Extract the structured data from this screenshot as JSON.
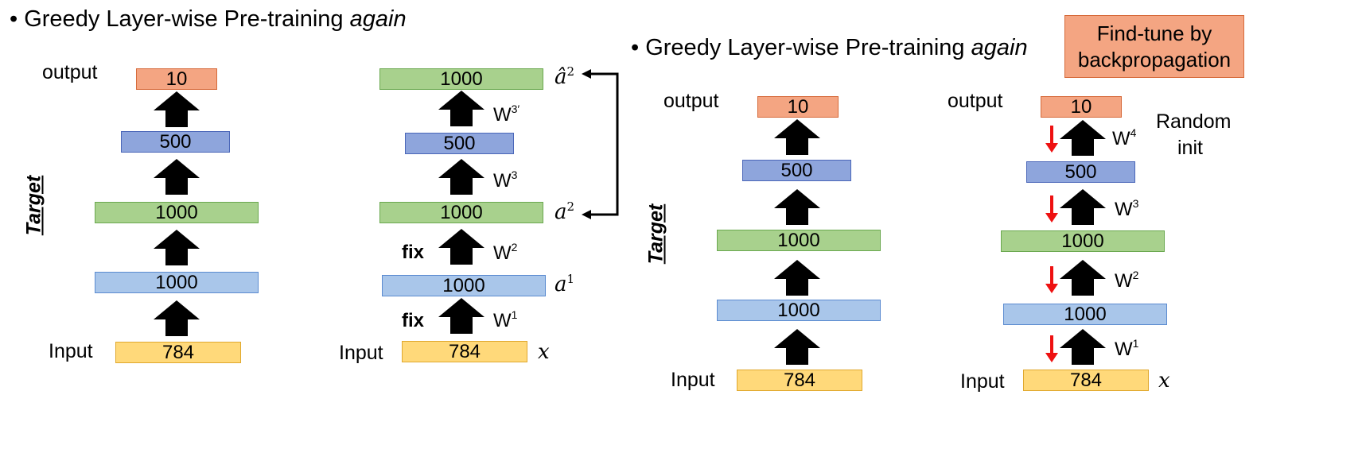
{
  "left_heading": {
    "bullet": "•",
    "text": "Greedy Layer-wise Pre-training ",
    "em": "again"
  },
  "right_heading": {
    "bullet": "•",
    "text": "Greedy Layer-wise Pre-training ",
    "em": "again"
  },
  "callout": {
    "line1": "Find-tune by",
    "line2": "backpropagation"
  },
  "labels": {
    "output": "output",
    "input": "Input",
    "target": "Target",
    "fix": "fix",
    "random": "Random",
    "init": "init"
  },
  "layers": {
    "out": "10",
    "l500": "500",
    "l1000": "1000",
    "in": "784"
  },
  "weights": {
    "w": "W",
    "s1": "1",
    "s2": "2",
    "s3": "3",
    "s3p": "3′",
    "s4": "4"
  },
  "math": {
    "x": "x",
    "a": "a",
    "ahat": "â",
    "s1": "1",
    "s2": "2"
  },
  "colors": {
    "arrow": "#000000",
    "red_arrow": "#ee1111",
    "orange": "#f4a582",
    "purple": "#8ea5dc",
    "green": "#a8d18d",
    "blue": "#a9c6ea",
    "yellow": "#ffd97a"
  }
}
